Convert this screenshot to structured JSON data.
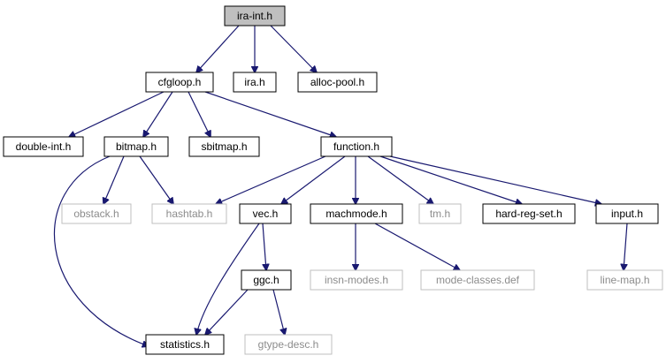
{
  "nodes": {
    "ira_int": {
      "label": "ira-int.h",
      "style": "root"
    },
    "cfgloop": {
      "label": "cfgloop.h",
      "style": "normal"
    },
    "ira": {
      "label": "ira.h",
      "style": "normal"
    },
    "alloc_pool": {
      "label": "alloc-pool.h",
      "style": "normal"
    },
    "double_int": {
      "label": "double-int.h",
      "style": "normal"
    },
    "bitmap": {
      "label": "bitmap.h",
      "style": "normal"
    },
    "sbitmap": {
      "label": "sbitmap.h",
      "style": "normal"
    },
    "function": {
      "label": "function.h",
      "style": "normal"
    },
    "obstack": {
      "label": "obstack.h",
      "style": "ghost"
    },
    "hashtab": {
      "label": "hashtab.h",
      "style": "ghost"
    },
    "vec": {
      "label": "vec.h",
      "style": "normal"
    },
    "machmode": {
      "label": "machmode.h",
      "style": "normal"
    },
    "tm": {
      "label": "tm.h",
      "style": "ghost"
    },
    "hard_reg_set": {
      "label": "hard-reg-set.h",
      "style": "normal"
    },
    "input": {
      "label": "input.h",
      "style": "normal"
    },
    "insn_modes": {
      "label": "insn-modes.h",
      "style": "ghost"
    },
    "mode_classes": {
      "label": "mode-classes.def",
      "style": "ghost"
    },
    "line_map": {
      "label": "line-map.h",
      "style": "ghost"
    },
    "ggc": {
      "label": "ggc.h",
      "style": "normal"
    },
    "statistics": {
      "label": "statistics.h",
      "style": "normal"
    },
    "gtype_desc": {
      "label": "gtype-desc.h",
      "style": "ghost"
    }
  },
  "edges": [
    [
      "ira_int",
      "cfgloop"
    ],
    [
      "ira_int",
      "ira"
    ],
    [
      "ira_int",
      "alloc_pool"
    ],
    [
      "cfgloop",
      "double_int"
    ],
    [
      "cfgloop",
      "bitmap"
    ],
    [
      "cfgloop",
      "sbitmap"
    ],
    [
      "cfgloop",
      "function"
    ],
    [
      "bitmap",
      "obstack"
    ],
    [
      "bitmap",
      "hashtab"
    ],
    [
      "bitmap",
      "statistics"
    ],
    [
      "function",
      "hashtab"
    ],
    [
      "function",
      "vec"
    ],
    [
      "function",
      "machmode"
    ],
    [
      "function",
      "tm"
    ],
    [
      "function",
      "hard_reg_set"
    ],
    [
      "function",
      "input"
    ],
    [
      "vec",
      "ggc"
    ],
    [
      "vec",
      "statistics"
    ],
    [
      "machmode",
      "insn_modes"
    ],
    [
      "machmode",
      "mode_classes"
    ],
    [
      "input",
      "line_map"
    ],
    [
      "ggc",
      "statistics"
    ],
    [
      "ggc",
      "gtype_desc"
    ]
  ],
  "colors": {
    "edge": "#191970",
    "root_fill": "#bfbfbf",
    "ghost_border": "#bfbfbf"
  }
}
